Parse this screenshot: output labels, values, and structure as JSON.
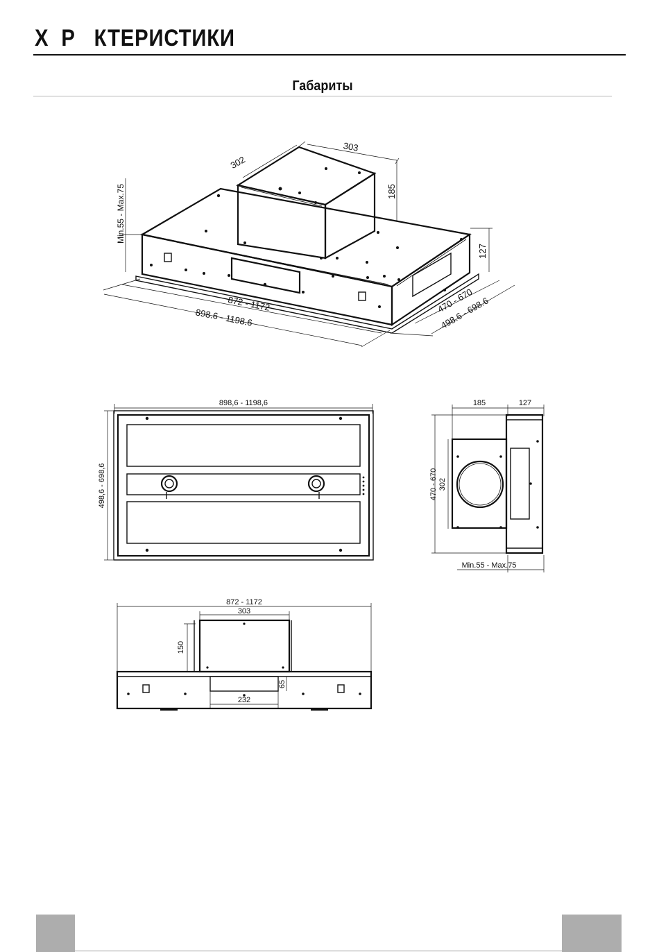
{
  "header": {
    "title": "Х  Р   КТЕРИСТИКИ"
  },
  "section": {
    "title": "Габариты"
  },
  "isometric": {
    "box_width": "303",
    "box_depth": "302",
    "box_height": "185",
    "hood_height": "127",
    "adjust_height": "Min.55  -  Max.75",
    "inner_width": "872  -  1172",
    "outer_width": "898.6  -  1198.6",
    "inner_depth": "470  -  670",
    "outer_depth": "498.6  -  698.6"
  },
  "bottom_view": {
    "width": "898,6  -  1198,6",
    "depth": "498,6  -  698,6"
  },
  "side_view": {
    "box_depth": "185",
    "hood_height": "127",
    "depth": "470  -  670",
    "box_width": "302",
    "adjust_height": "Min.55  -  Max.75"
  },
  "front_view": {
    "width": "872  -  1172",
    "box_width": "303",
    "box_height": "150",
    "opening_height": "65",
    "opening_width": "232"
  }
}
